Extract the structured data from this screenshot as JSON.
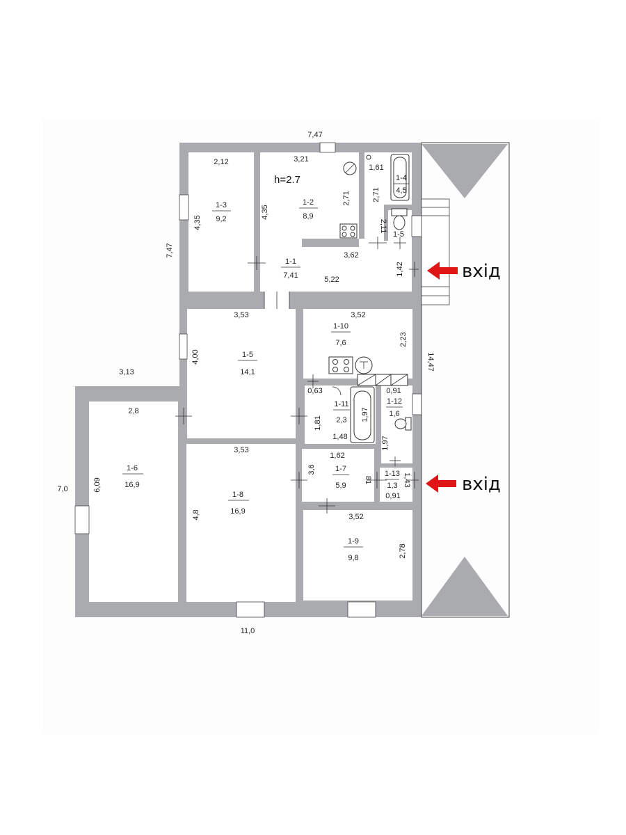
{
  "ceiling_height": "h=2.7",
  "entrance_label": "вхід",
  "colors": {
    "wall": "#a9abae",
    "arrow": "#e01515",
    "porch": "#a9abae"
  },
  "outer_dims": {
    "top_total": "7,47",
    "left_upper": "7,47",
    "left_lower": "7,0",
    "bottom_total": "11,0",
    "step_width": "3,13",
    "right_total": "14,47"
  },
  "rooms": [
    {
      "id": "1-1",
      "area": "7,41"
    },
    {
      "id": "1-2",
      "area": "8,9"
    },
    {
      "id": "1-3",
      "area": "9,2"
    },
    {
      "id": "1-4",
      "area": "4,5"
    },
    {
      "id": "1-5",
      "area": ""
    },
    {
      "id": "1-5",
      "area": "14,1"
    },
    {
      "id": "1-6",
      "area": "16,9"
    },
    {
      "id": "1-7",
      "area": "5,9"
    },
    {
      "id": "1-8",
      "area": "16,9"
    },
    {
      "id": "1-9",
      "area": "9,8"
    },
    {
      "id": "1-10",
      "area": "7,6"
    },
    {
      "id": "1-11",
      "area": "2,3"
    },
    {
      "id": "1-12",
      "area": "1,6"
    },
    {
      "id": "1-13",
      "area": "1,3"
    }
  ],
  "dims": [
    "2,12",
    "4,35",
    "3,21",
    "4,35",
    "2,71",
    "1,61",
    "2,71",
    "2,11",
    "3,62",
    "5,22",
    "1,42",
    "3,53",
    "4,00",
    "3,52",
    "2,23",
    "2,8",
    "6,09",
    "0,63",
    "1,81",
    "1,48",
    "1,97",
    "0,91",
    "1,97",
    "3,53",
    "4,8",
    "1,62",
    "3,6",
    "81",
    "1,43",
    "0,91",
    "3,52",
    "2,78"
  ]
}
